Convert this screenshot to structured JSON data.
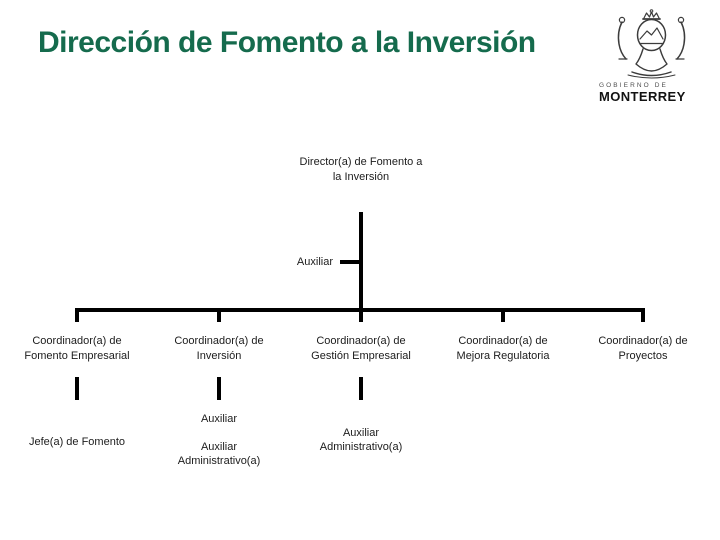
{
  "slide": {
    "title": "Dirección de Fomento a la Inversión"
  },
  "logo": {
    "caption_top": "GOBIERNO DE",
    "caption_bottom": "MONTERREY",
    "icon": "coat-of-arms-icon"
  },
  "org_chart": {
    "director": {
      "line1": "Director(a) de Fomento a",
      "line2": "la Inversión"
    },
    "staff": {
      "label": "Auxiliar"
    },
    "coordinators": [
      {
        "line1": "Coordinador(a) de",
        "line2": "Fomento Empresarial"
      },
      {
        "line1": "Coordinador(a) de",
        "line2": "Inversión"
      },
      {
        "line1": "Coordinador(a) de",
        "line2": "Gestión Empresarial"
      },
      {
        "line1": "Coordinador(a) de",
        "line2": "Mejora Regulatoria"
      },
      {
        "line1": "Coordinador(a) de",
        "line2": "Proyectos"
      }
    ],
    "reports": {
      "fomento_jefe": {
        "label": "Jefe(a) de Fomento"
      },
      "inversion_aux": {
        "label": "Auxiliar"
      },
      "inversion_admin": {
        "line1": "Auxiliar",
        "line2": "Administrativo(a)"
      },
      "gestion_admin": {
        "line1": "Auxiliar",
        "line2": "Administrativo(a)"
      }
    }
  },
  "colors": {
    "title_green": "#156B4D",
    "connector_black": "#000000",
    "text": "#1C1C1C"
  }
}
